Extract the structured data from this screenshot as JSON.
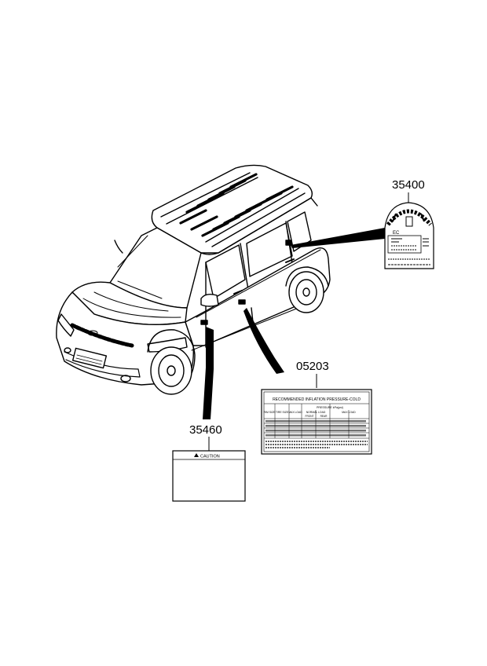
{
  "parts": [
    {
      "part_number": "35400"
    },
    {
      "part_number": "05203"
    },
    {
      "part_number": "35460"
    }
  ],
  "caution_label": {
    "title": "CAUTION"
  },
  "tire_label": {
    "title": "RECOMMENDED INFLATION PRESSURE-COLD",
    "header_pressure": "PRESSURE kPa(psi)",
    "col_rim": "RIM SIZE",
    "col_tire": "TIRE SIZE",
    "col_load": "MAX LOAD",
    "col_normal": "NORMAL LOAD",
    "col_max": "MAX LOAD",
    "col_front": "FRONT",
    "col_rear": "REAR"
  },
  "emission_label": {
    "marker_text": "EC"
  }
}
